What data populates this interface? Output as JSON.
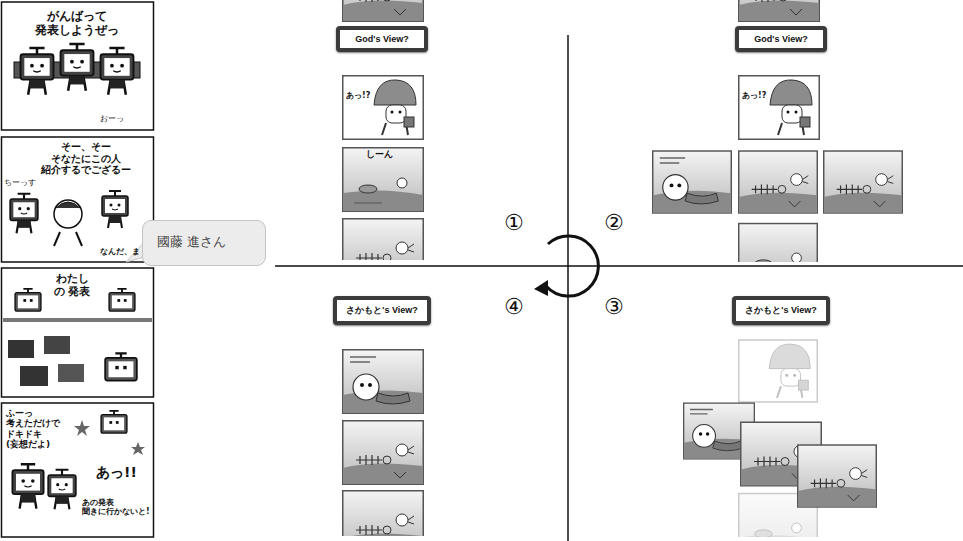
{
  "diagram": {
    "nodes": [
      {
        "text": [
          "國藤 進さん"
        ]
      },
      {
        "text": [
          "God's View?"
        ]
      },
      {
        "text": [
          "God's View?"
        ]
      },
      {
        "text": [
          "さかもと's View?"
        ]
      },
      {
        "text": [
          "さかもと's View?"
        ]
      }
    ],
    "labels": [
      "がんばって 発表しようぜっ",
      "おーっ",
      "そー、そー そなたにこの人 紹介するでござるー",
      "ちーっす",
      "なんだ、ま",
      "わたし の 発表",
      "ふーっ 考えただけで ドキドキ (妄想だよ)",
      "あっ!!",
      "あの発表 聞きに行かないと!",
      "①",
      "②",
      "③",
      "④",
      "あっ!?",
      "しーん",
      "あっ!?"
    ]
  }
}
